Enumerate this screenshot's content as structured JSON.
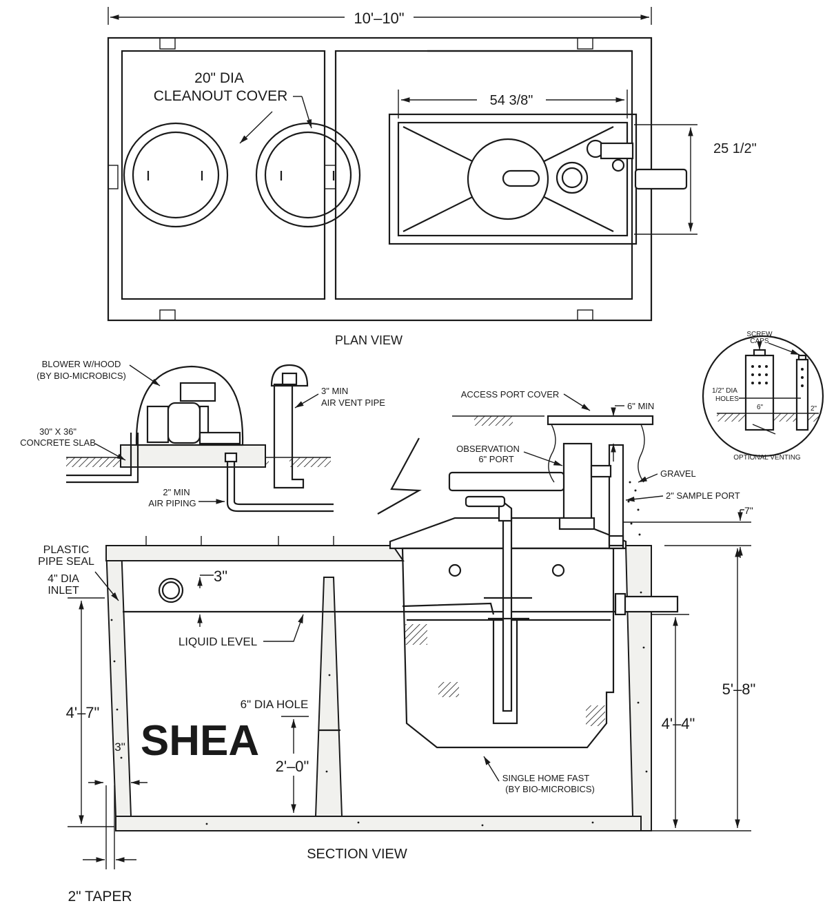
{
  "plan": {
    "overall_width": "10'–10\"",
    "cover_label_1": "20\" DIA",
    "cover_label_2": "CLEANOUT COVER",
    "width_54": "54 3/8\"",
    "width_25": "25 1/2\"",
    "title": "PLAN VIEW"
  },
  "detail": {
    "screw_1": "SCREW",
    "screw_2": "CAPS",
    "holes_1": "1/2\" DIA",
    "holes_2": "HOLES",
    "six": "6\"",
    "two": "2\"",
    "title": "OPTIONAL VENTING"
  },
  "section": {
    "blower_1": "BLOWER W/HOOD",
    "blower_2": "(BY BIO-MICROBICS)",
    "vent_1": "3\" MIN",
    "vent_2": "AIR VENT PIPE",
    "slab_1": "30\" X 36\"",
    "slab_2": "CONCRETE SLAB",
    "air_1": "2\" MIN",
    "air_2": "AIR PIPING",
    "access": "ACCESS PORT COVER",
    "min6": "6\" MIN",
    "obs_1": "OBSERVATION",
    "obs_2": "6\" PORT",
    "gravel": "GRAVEL",
    "sample": "2\" SAMPLE PORT",
    "seven": "7\"",
    "seal_1": "PLASTIC",
    "seal_2": "PIPE SEAL",
    "inlet_1": "4\" DIA",
    "inlet_2": "INLET",
    "three": "3\"",
    "liquid": "LIQUID LEVEL",
    "hole": "6\" DIA HOLE",
    "h47": "4'–7\"",
    "three_wall": "3\"",
    "h20": "2'–0\"",
    "h44": "4'–4\"",
    "h58": "5'–8\"",
    "shea": "SHEA",
    "fast_1": "SINGLE HOME FAST",
    "fast_2": "(BY BIO-MICROBICS)",
    "title": "SECTION VIEW",
    "taper": "2\" TAPER"
  }
}
